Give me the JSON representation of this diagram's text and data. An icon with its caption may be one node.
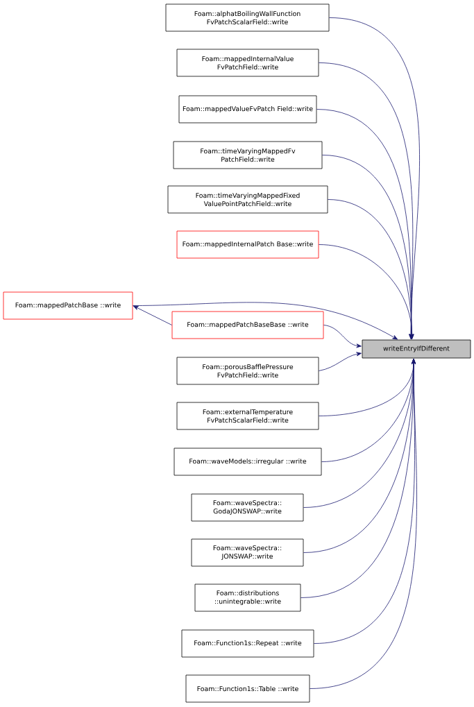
{
  "diagram": {
    "nodes": [
      {
        "text": [
          "writeEntryIfDifferent"
        ]
      },
      {
        "text": [
          "Foam::alphatBoilingWallFunction FvPatchScalarField::write"
        ]
      },
      {
        "text": [
          "Foam::mappedInternalValue FvPatchField::write"
        ]
      },
      {
        "text": [
          "Foam::mappedValueFvPatch Field::write"
        ]
      },
      {
        "text": [
          "Foam::timeVaryingMappedFv PatchField::write"
        ]
      },
      {
        "text": [
          "Foam::timeVaryingMappedFixed ValuePointPatchField::write"
        ]
      },
      {
        "text": [
          "Foam::mappedInternalPatch Base::write"
        ]
      },
      {
        "text": [
          "Foam::mappedPatchBase ::write"
        ]
      },
      {
        "text": [
          "Foam::mappedPatchBaseBase ::write"
        ]
      },
      {
        "text": [
          "Foam::porousBafflePressure FvPatchField::write"
        ]
      },
      {
        "text": [
          "Foam::externalTemperature FvPatchScalarField::write"
        ]
      },
      {
        "text": [
          "Foam::waveModels::irregular ::write"
        ]
      },
      {
        "text": [
          "Foam::waveSpectra:: GodaJONSWAP::write"
        ]
      },
      {
        "text": [
          "Foam::waveSpectra:: JONSWAP::write"
        ]
      },
      {
        "text": [
          "Foam::distributions ::unintegrable::write"
        ]
      },
      {
        "text": [
          "Foam::Function1s::Repeat ::write"
        ]
      },
      {
        "text": [
          "Foam::Function1s::Table ::write"
        ]
      }
    ],
    "edges": [
      {
        "from": 1,
        "to": 0,
        "arrow": "to"
      },
      {
        "from": 2,
        "to": 0,
        "arrow": "to"
      },
      {
        "from": 3,
        "to": 0,
        "arrow": "to"
      },
      {
        "from": 4,
        "to": 0,
        "arrow": "to"
      },
      {
        "from": 5,
        "to": 0,
        "arrow": "to"
      },
      {
        "from": 6,
        "to": 0,
        "arrow": "to"
      },
      {
        "from": 7,
        "to": 0,
        "arrow": "to"
      },
      {
        "from": 8,
        "to": 0,
        "arrow": "to"
      },
      {
        "from": 8,
        "to": 7,
        "arrow": "to"
      },
      {
        "from": 9,
        "to": 0,
        "arrow": "to"
      },
      {
        "from": 10,
        "to": 0,
        "arrow": "to"
      },
      {
        "from": 11,
        "to": 0,
        "arrow": "to"
      },
      {
        "from": 12,
        "to": 0,
        "arrow": "to"
      },
      {
        "from": 13,
        "to": 0,
        "arrow": "to"
      },
      {
        "from": 14,
        "to": 0,
        "arrow": "to"
      },
      {
        "from": 15,
        "to": 0,
        "arrow": "to"
      },
      {
        "from": 16,
        "to": 0,
        "arrow": "to"
      }
    ]
  }
}
